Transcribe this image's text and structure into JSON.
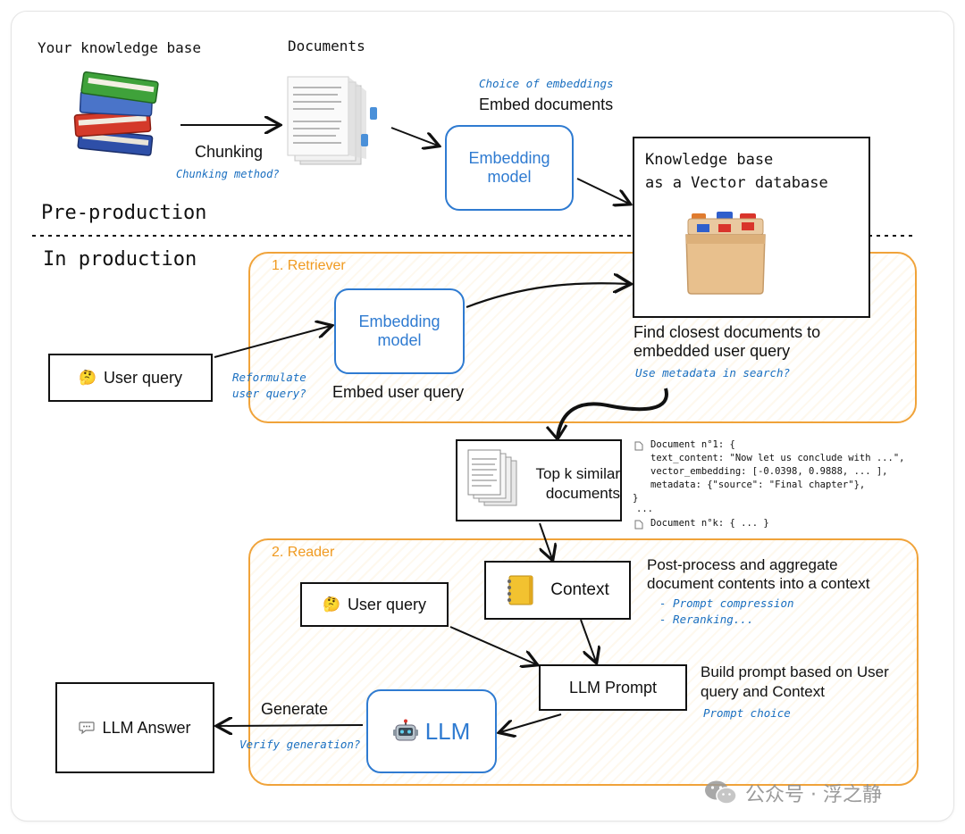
{
  "preproduction": {
    "kb_label": "Your knowledge base",
    "docs_label": "Documents",
    "chunking_label": "Chunking",
    "chunking_method": "Chunking method?",
    "choice_embeddings": "Choice of embeddings",
    "embed_documents": "Embed documents",
    "embedding_model": "Embedding model",
    "vector_db_line1": "Knowledge base",
    "vector_db_line2": "as a Vector database",
    "stage_label": "Pre-production"
  },
  "production": {
    "stage_label": "In production",
    "retriever_title": "1. Retriever",
    "user_query": "User query",
    "reformulate": "Reformulate user query?",
    "embedding_model": "Embedding model",
    "embed_user_query": "Embed user query",
    "find_closest": "Find closest documents to embedded user query",
    "use_metadata": "Use metadata in search?",
    "top_k": "Top k similar documents",
    "doc_snippet": [
      "Document n°1: {",
      "  text_content: \"Now let us conclude with ...\",",
      "  vector_embedding: [-0.0398, 0.9888, ... ],",
      "  metadata: {\"source\": \"Final chapter\"},",
      "}",
      "...",
      "Document n°k: { ... }"
    ],
    "reader_title": "2. Reader",
    "context": "Context",
    "postprocess": "Post-process and aggregate document contents into a context",
    "prompt_compression": "- Prompt compression",
    "reranking": "- Reranking...",
    "user_query_2": "User query",
    "llm_prompt": "LLM Prompt",
    "build_prompt": "Build prompt based on User query and Context",
    "prompt_choice": "Prompt choice",
    "generate": "Generate",
    "verify_generation": "Verify generation?",
    "llm": "LLM",
    "llm_answer": "LLM Answer"
  },
  "watermark": "公众号 · 浮之静",
  "icons": {
    "books": "books-icon",
    "documents": "document-pages-icon",
    "cabinet": "file-cabinet-icon",
    "thinking": "thinking-face-icon",
    "notebook": "notebook-icon",
    "robot": "robot-icon",
    "speech": "speech-bubble-icon",
    "wechat": "wechat-icon"
  },
  "colors": {
    "accent_blue": "#2f7bd1",
    "annotation_blue": "#1a6fc0",
    "section_orange": "#f0a33a"
  }
}
